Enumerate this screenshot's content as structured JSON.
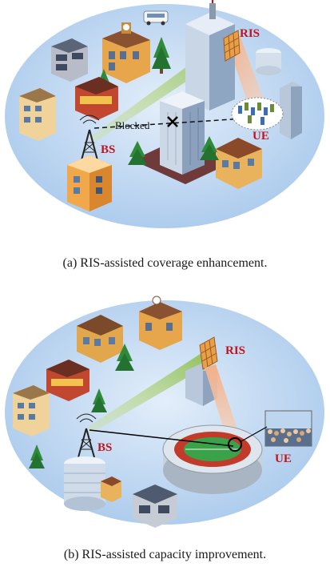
{
  "panel_a": {
    "labels": {
      "ris": "RIS",
      "bs": "BS",
      "ue": "UE",
      "blocked": "Blocked"
    },
    "caption": "(a) RIS-assisted coverage enhancement."
  },
  "panel_b": {
    "labels": {
      "ris": "RIS",
      "bs": "BS",
      "ue": "UE"
    },
    "caption": "(b) RIS-assisted capacity improvement."
  },
  "colors": {
    "label_red": "#c0141c",
    "ground": "#b7d4ef",
    "link_green": "#9cc66a",
    "link_orange": "#f0a070"
  }
}
